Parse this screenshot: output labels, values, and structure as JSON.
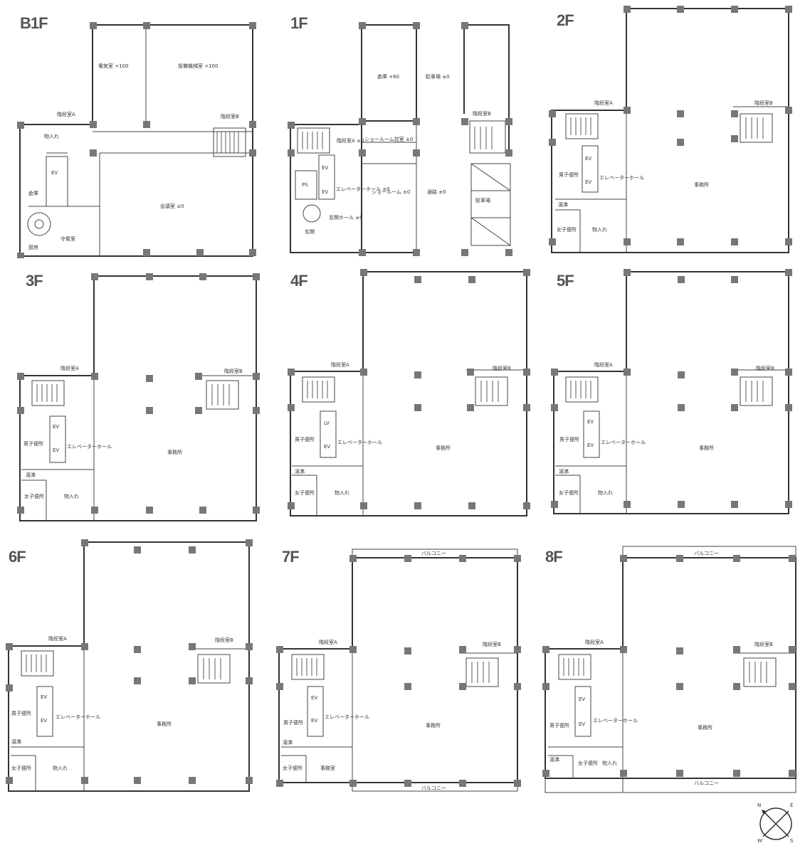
{
  "floors": [
    {
      "id": "b1f",
      "label": "B1F",
      "rooms": [
        "電気室 +100",
        "設備機械室 +100",
        "会議室 ±0",
        "守衛室",
        "物入れ",
        "階段室A",
        "階段室B",
        "EV",
        "倉庫",
        "厨房"
      ]
    },
    {
      "id": "1f",
      "label": "1F",
      "rooms": [
        "倉庫 +60",
        "駐車場 ±0",
        "ショールーム控室 ±0",
        "階段室A ±0",
        "階段室B",
        "EV",
        "EV",
        "PS",
        "エレベーターホール ±0",
        "ショールーム ±0",
        "通路 ±0",
        "駐車場",
        "玄関ホール ±0",
        "玄関"
      ]
    },
    {
      "id": "2f",
      "label": "2F",
      "rooms": [
        "階段室A",
        "階段室B",
        "EV",
        "EV",
        "男子便所",
        "エレベーターホール",
        "事務所",
        "湯沸",
        "女子便所",
        "物入れ"
      ]
    },
    {
      "id": "3f",
      "label": "3F",
      "rooms": [
        "階段室A",
        "階段室B",
        "EV",
        "EV",
        "男子便所",
        "エレベーターホール",
        "事務所",
        "湯沸",
        "女子便所",
        "物入れ"
      ]
    },
    {
      "id": "4f",
      "label": "4F",
      "rooms": [
        "階段室A",
        "階段室B",
        "LV",
        "EV",
        "男子便所",
        "エレベーターホール",
        "事務所",
        "湯沸",
        "女子便所",
        "物入れ"
      ]
    },
    {
      "id": "5f",
      "label": "5F",
      "rooms": [
        "階段室A",
        "階段室B",
        "EV",
        "EV",
        "男子便所",
        "エレベーターホール",
        "事務所",
        "湯沸",
        "女子便所",
        "物入れ"
      ]
    },
    {
      "id": "6f",
      "label": "6F",
      "rooms": [
        "階段室A",
        "階段室B",
        "EV",
        "EV",
        "男子便所",
        "エレベーターホール",
        "事務所",
        "湯沸",
        "女子便所",
        "物入れ"
      ]
    },
    {
      "id": "7f",
      "label": "7F",
      "rooms": [
        "バルコニー",
        "階段室A",
        "階段室B",
        "EV",
        "EV",
        "男子便所",
        "エレベーターホール",
        "事務所",
        "湯沸",
        "女子便所",
        "事務室",
        "バルコニー"
      ]
    },
    {
      "id": "8f",
      "label": "8F",
      "rooms": [
        "バルコニー",
        "階段室A",
        "階段室B",
        "EV",
        "EV",
        "男子便所",
        "エレベーターホール",
        "事務所",
        "湯沸",
        "女子便所",
        "物入れ",
        "バルコニー"
      ]
    }
  ],
  "compass": {
    "n": "N",
    "s": "S",
    "e": "E",
    "w": "W"
  }
}
